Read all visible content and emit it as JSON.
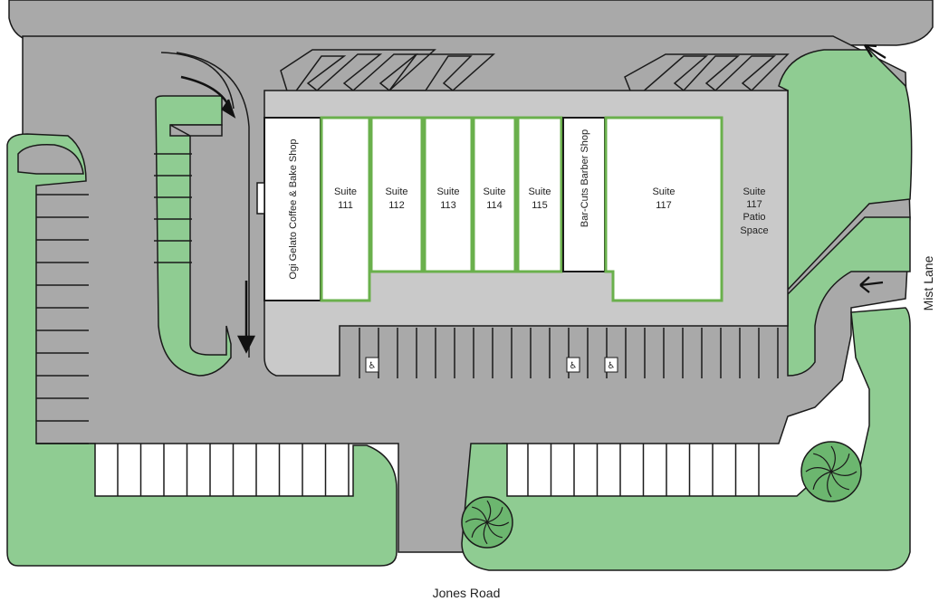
{
  "colors": {
    "pavement": "#a9a9a9",
    "grass": "#8fcc92",
    "outline": "#1a1a1a",
    "building_fill": "#ffffff",
    "available_outline": "#6ab04c",
    "leased_outline": "#1a1a1a",
    "tree": "#6cb66f"
  },
  "units": [
    {
      "id": "ogi",
      "label": "Ogi Gelato Coffee & Bake Shop",
      "status": "leased",
      "vertical": true
    },
    {
      "id": "s111",
      "label_line1": "Suite",
      "label_line2": "111",
      "status": "available"
    },
    {
      "id": "s112",
      "label_line1": "Suite",
      "label_line2": "112",
      "status": "available"
    },
    {
      "id": "s113",
      "label_line1": "Suite",
      "label_line2": "113",
      "status": "available"
    },
    {
      "id": "s114",
      "label_line1": "Suite",
      "label_line2": "114",
      "status": "available"
    },
    {
      "id": "s115",
      "label_line1": "Suite",
      "label_line2": "115",
      "status": "available"
    },
    {
      "id": "barcuts",
      "label": "Bar-Cuts Barber Shop",
      "status": "leased",
      "vertical": true
    },
    {
      "id": "s117",
      "label_line1": "Suite",
      "label_line2": "117",
      "status": "available"
    }
  ],
  "patio": {
    "line1": "Suite",
    "line2": "117",
    "line3": "Patio",
    "line4": "Space"
  },
  "roads": {
    "south": "Jones Road",
    "east": "Mist Lane"
  },
  "icons": [
    "accessible-parking-icon",
    "accessible-parking-icon",
    "accessible-parking-icon",
    "tree-icon",
    "tree-icon",
    "direction-arrow-icon"
  ]
}
